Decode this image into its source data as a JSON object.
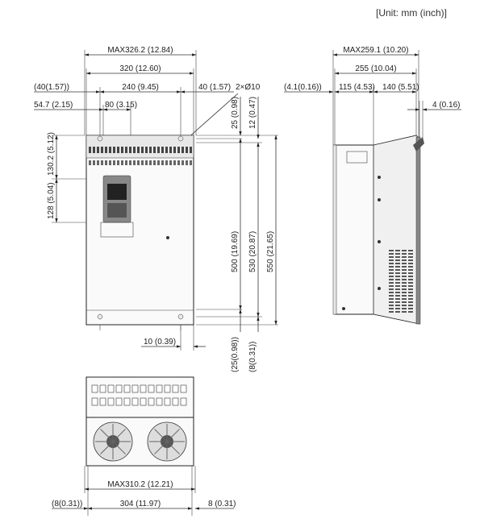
{
  "unit_label": "[Unit: mm (inch)]",
  "front": {
    "max_width": "MAX326.2 (12.84)",
    "width": "320 (12.60)",
    "left_edge": "(40(1.57))",
    "hole_pitch": "240 (9.45)",
    "right_edge": "40 (1.57)",
    "holes": "2×Ø10",
    "left_offset": "54.7 (2.15)",
    "keypad_width": "80 (3.15)",
    "keypad_top": "130.2 (5.12)",
    "keypad_height": "128 (5.04)",
    "top_margin_a": "25 (0.98)",
    "top_margin_b": "12 (0.47)",
    "hole_height": "500 (19.69)",
    "total_height": "530 (20.87)",
    "overall_height": "550 (21.65)",
    "bottom_offset": "10 (0.39)",
    "bottom_margin_a": "(25(0.98))",
    "bottom_margin_b": "(8(0.31))"
  },
  "side": {
    "max_depth": "MAX259.1 (10.20)",
    "depth": "255 (10.04)",
    "left_edge": "(4.1(0.16))",
    "front_depth": "115 (4.53)",
    "rear_depth": "140 (5.51)",
    "flange": "4 (0.16)"
  },
  "bottom": {
    "max_width": "MAX310.2 (12.21)",
    "width": "304 (11.97)",
    "left_edge": "(8(0.31))",
    "right_edge": "8 (0.31)"
  }
}
